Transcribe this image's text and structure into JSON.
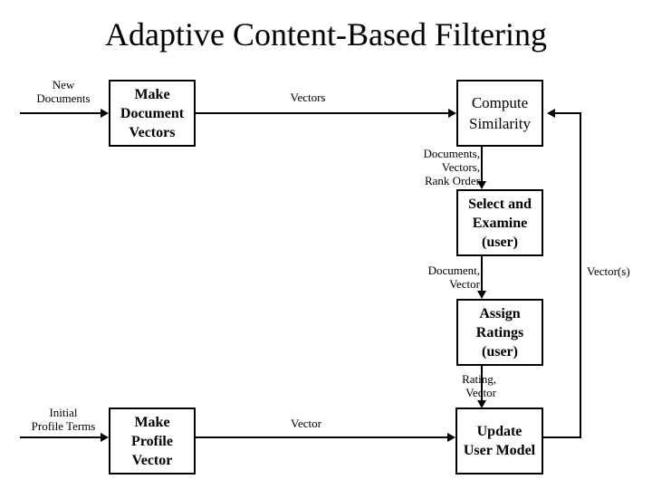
{
  "title": "Adaptive Content-Based Filtering",
  "diagram": {
    "type": "flowchart",
    "nodes": [
      {
        "id": "make-document-vectors",
        "lines": [
          "Make",
          "Document",
          "Vectors"
        ],
        "style": "bold"
      },
      {
        "id": "compute-similarity",
        "lines": [
          "Compute",
          "Similarity"
        ],
        "style": "plain"
      },
      {
        "id": "select-and-examine",
        "lines": [
          "Select and",
          "Examine",
          "(user)"
        ],
        "style": "bold"
      },
      {
        "id": "assign-ratings",
        "lines": [
          "Assign",
          "Ratings",
          "(user)"
        ],
        "style": "bold"
      },
      {
        "id": "make-profile-vector",
        "lines": [
          "Make",
          "Profile",
          "Vector"
        ],
        "style": "bold"
      },
      {
        "id": "update-user-model",
        "lines": [
          "Update",
          "User Model"
        ],
        "style": "bold"
      }
    ],
    "edge_labels": [
      {
        "id": "new-documents",
        "lines": [
          "New",
          "Documents"
        ]
      },
      {
        "id": "vectors",
        "lines": [
          "Vectors"
        ]
      },
      {
        "id": "documents-vectors-rank-order",
        "lines": [
          "Documents,",
          "Vectors,",
          "Rank Order"
        ]
      },
      {
        "id": "document-vector",
        "lines": [
          "Document,",
          "Vector"
        ]
      },
      {
        "id": "rating-vector",
        "lines": [
          "Rating,",
          "Vector"
        ]
      },
      {
        "id": "initial-profile-terms",
        "lines": [
          "Initial",
          "Profile Terms"
        ]
      },
      {
        "id": "vector",
        "lines": [
          "Vector"
        ]
      },
      {
        "id": "vector-s",
        "lines": [
          "Vector(s)"
        ]
      }
    ],
    "colors": {
      "stroke": "#000000",
      "fill": "#ffffff",
      "text": "#000000"
    }
  }
}
